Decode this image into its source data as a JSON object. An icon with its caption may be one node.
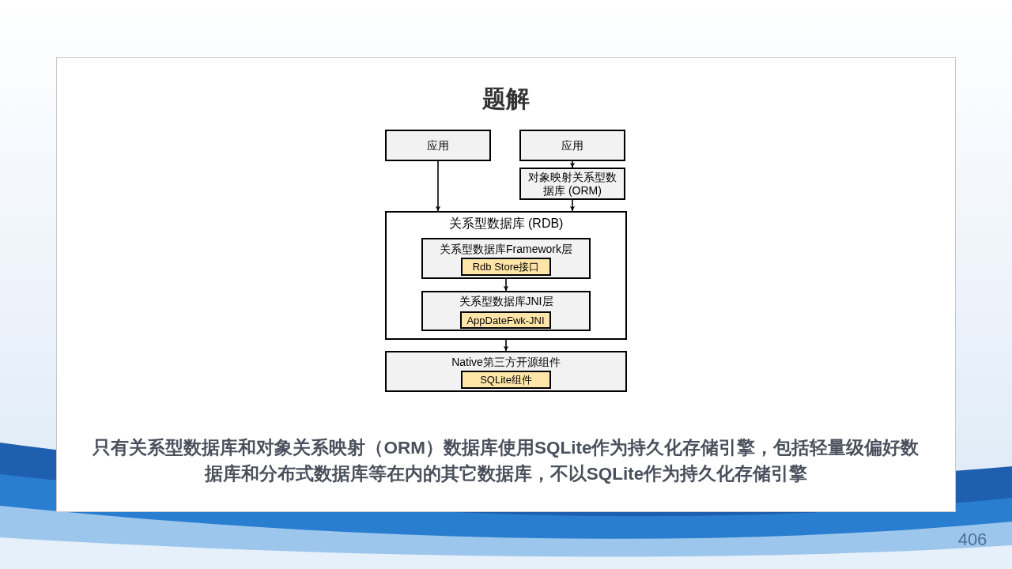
{
  "diagram": {
    "title": "题解",
    "nodes": [
      {
        "text": [
          "应用"
        ]
      },
      {
        "text": [
          "应用"
        ]
      },
      {
        "text": [
          "对象映射关系型数据库 (ORM)"
        ]
      },
      {
        "text": [
          "关系型数据库 (RDB)"
        ]
      },
      {
        "text": [
          "关系型数据库Framework层"
        ],
        "in": 3
      },
      {
        "text": [
          "Rdb Store接口"
        ],
        "in": 4
      },
      {
        "text": [
          "关系型数据库JNI层"
        ],
        "in": 3
      },
      {
        "text": [
          "AppDateFwk-JNI"
        ],
        "in": 6
      },
      {
        "text": [
          "Native第三方开源组件"
        ]
      },
      {
        "text": [
          "SQLite组件"
        ],
        "in": 8
      }
    ],
    "edges": [
      {
        "from": 0,
        "to": 3,
        "arrow": "to"
      },
      {
        "from": 1,
        "to": 2,
        "arrow": "to"
      },
      {
        "from": 2,
        "to": 3,
        "arrow": "to"
      },
      {
        "from": 4,
        "to": 6,
        "arrow": "to"
      },
      {
        "from": 3,
        "to": 8,
        "arrow": "to"
      }
    ],
    "caption": "只有关系型数据库和对象关系映射（ORM）数据库使用SQLite作为持久化存储引擎，包括轻量级偏好数据库和分布式数据库等在内的其它数据库，不以SQLite作为持久化存储引擎",
    "labels": [
      "406"
    ]
  }
}
